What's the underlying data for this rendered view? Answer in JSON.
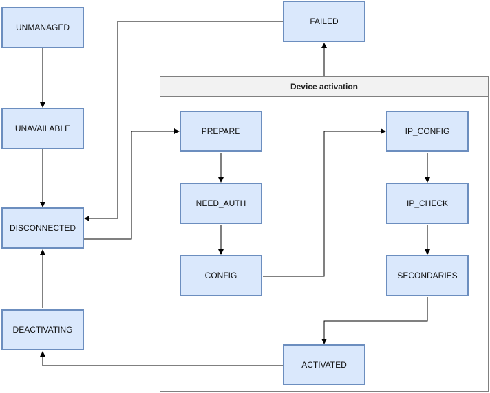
{
  "group": {
    "title": "Device activation"
  },
  "states": {
    "unmanaged": "UNMANAGED",
    "unavailable": "UNAVAILABLE",
    "disconnected": "DISCONNECTED",
    "deactivating": "DEACTIVATING",
    "failed": "FAILED",
    "prepare": "PREPARE",
    "need_auth": "NEED_AUTH",
    "config": "CONFIG",
    "ip_config": "IP_CONFIG",
    "ip_check": "IP_CHECK",
    "secondaries": "SECONDARIES",
    "activated": "ACTIVATED"
  },
  "transitions": [
    [
      "UNMANAGED",
      "UNAVAILABLE"
    ],
    [
      "UNAVAILABLE",
      "DISCONNECTED"
    ],
    [
      "DEACTIVATING",
      "DISCONNECTED"
    ],
    [
      "DISCONNECTED",
      "PREPARE"
    ],
    [
      "FAILED",
      "DISCONNECTED"
    ],
    [
      "Device activation",
      "FAILED"
    ],
    [
      "PREPARE",
      "NEED_AUTH"
    ],
    [
      "NEED_AUTH",
      "CONFIG"
    ],
    [
      "CONFIG",
      "IP_CONFIG"
    ],
    [
      "IP_CONFIG",
      "IP_CHECK"
    ],
    [
      "IP_CHECK",
      "SECONDARIES"
    ],
    [
      "SECONDARIES",
      "ACTIVATED"
    ],
    [
      "ACTIVATED",
      "DEACTIVATING"
    ]
  ]
}
